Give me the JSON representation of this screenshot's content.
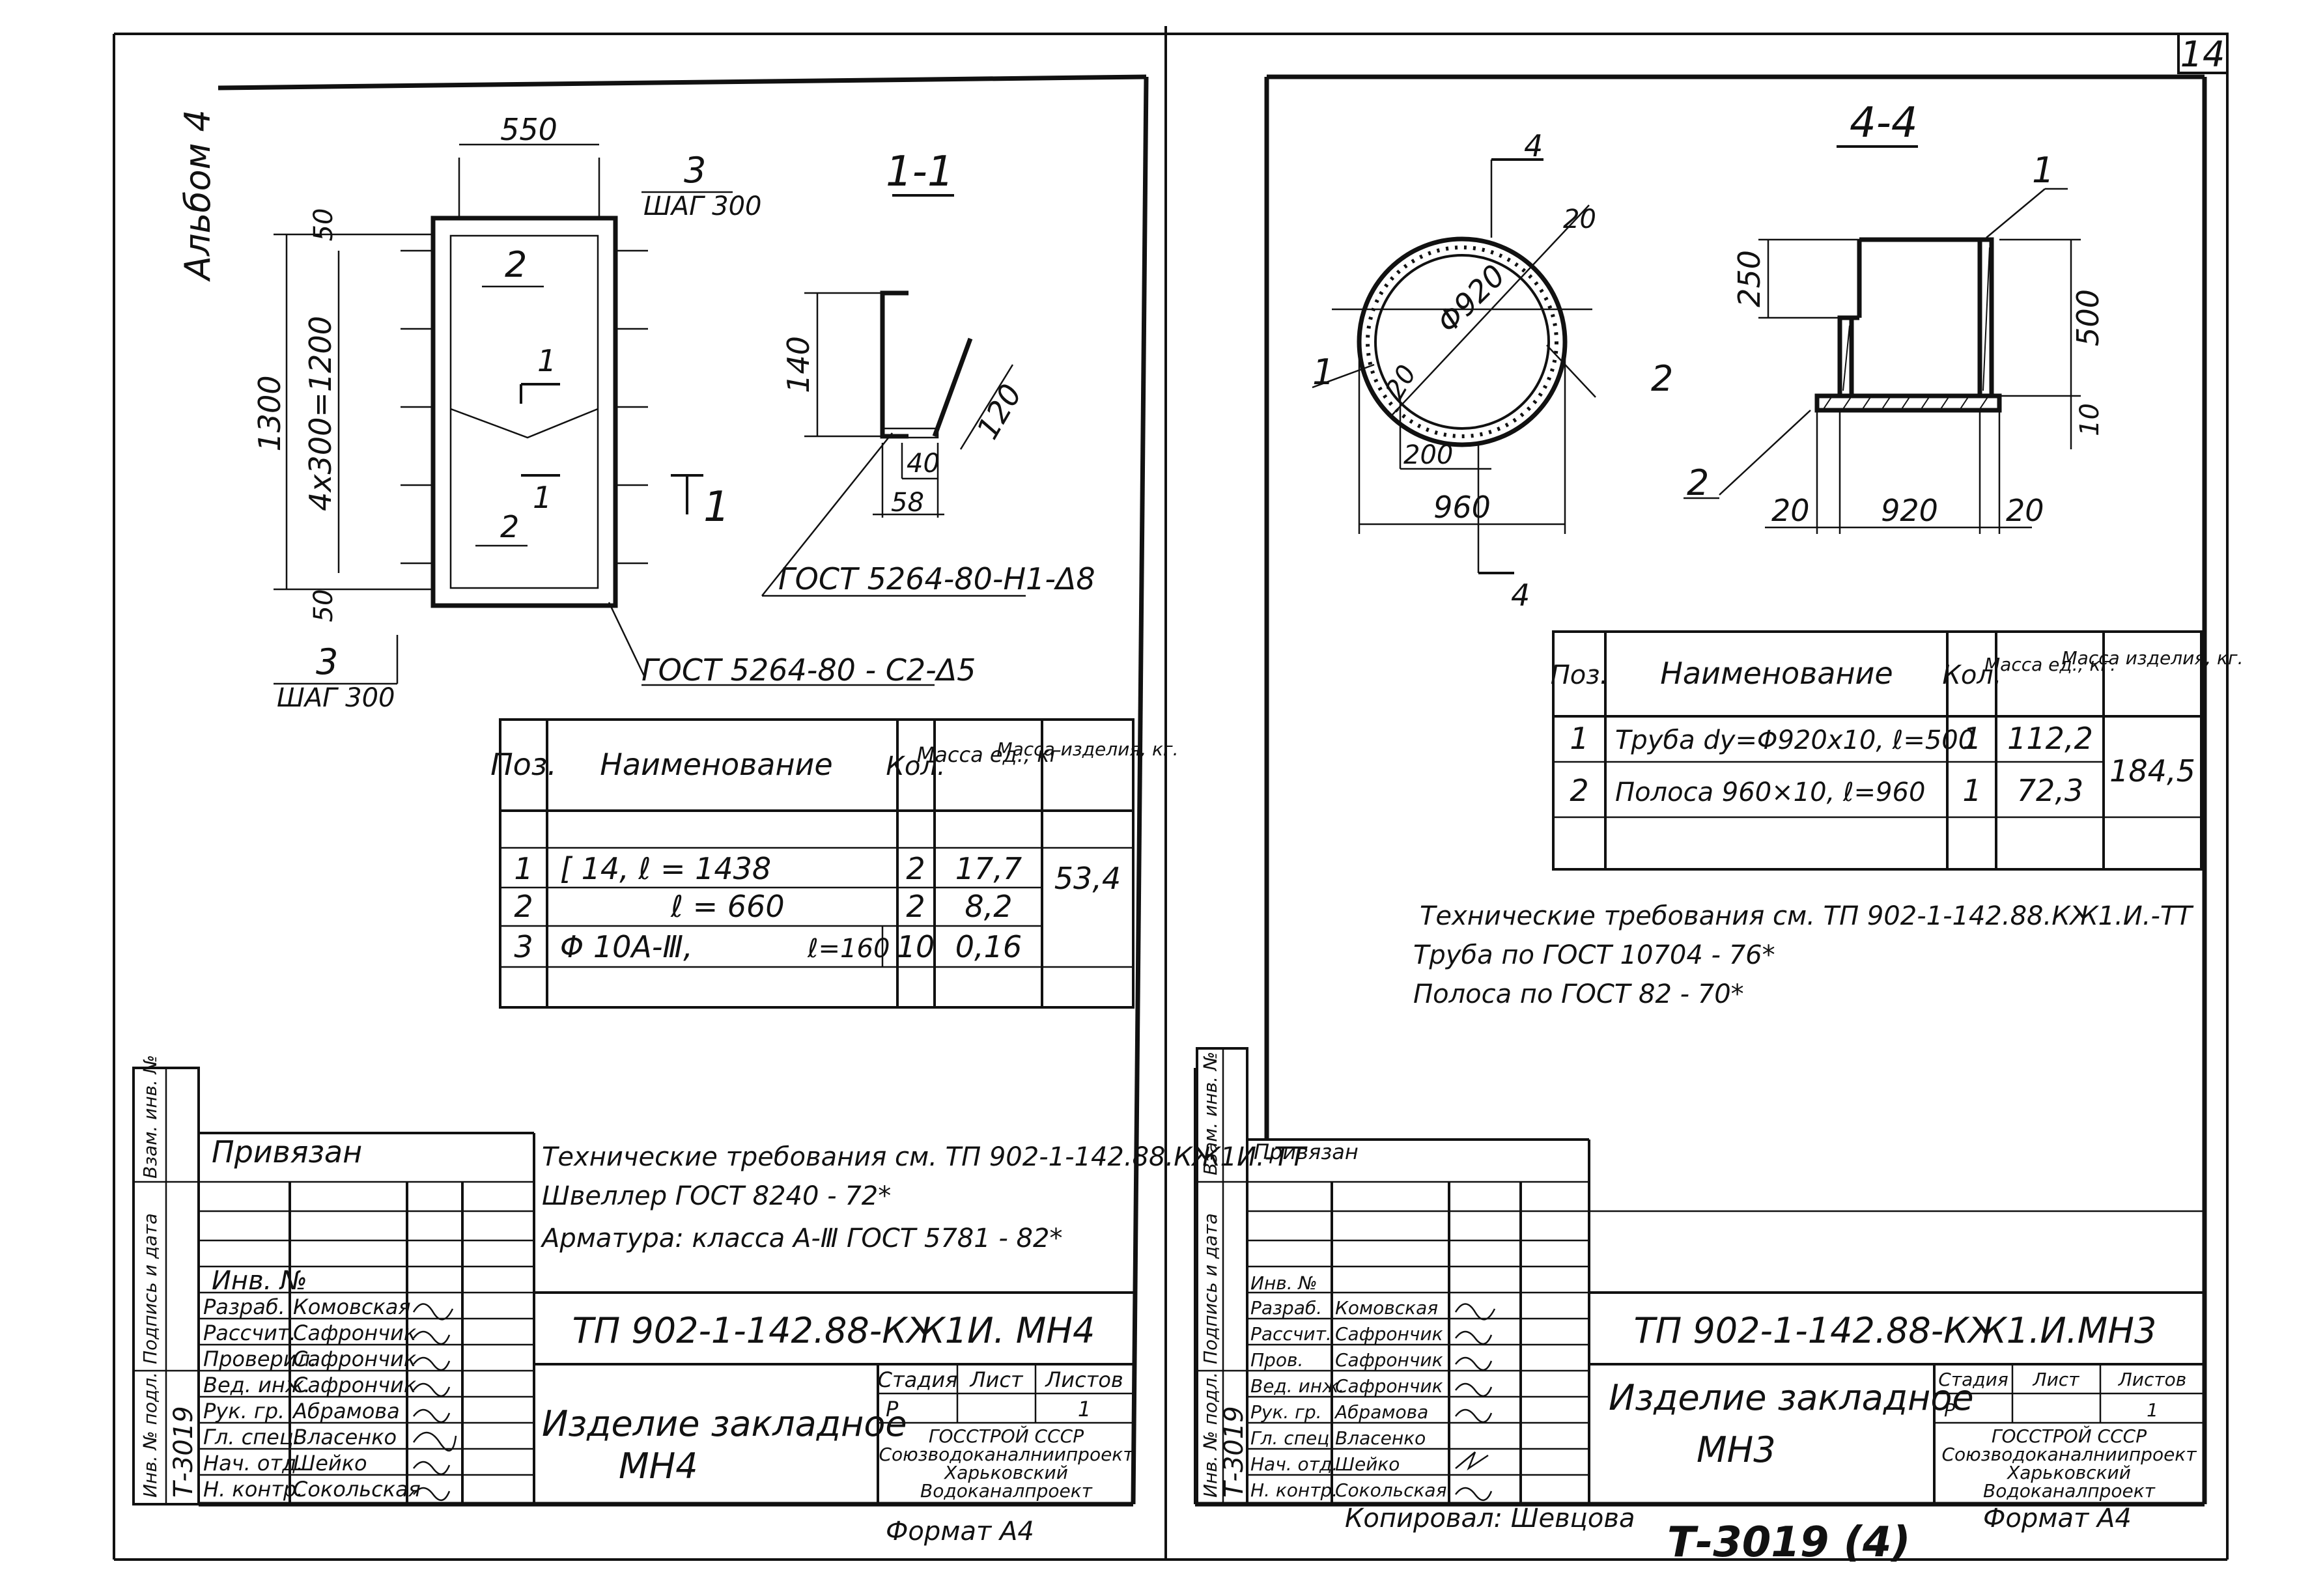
{
  "sheet_number": "14",
  "album": "Альбом 4",
  "left_sheet": {
    "section_label": "1-1",
    "dims": {
      "top_width": "550",
      "height_total": "1300",
      "step": "4x300=1200",
      "end_top": "50",
      "end_bottom": "50",
      "channel_height": "140",
      "bar_length": "120",
      "flange": "40",
      "web": "58"
    },
    "pos_labels": {
      "p1": "1",
      "p2a": "2",
      "p2b": "2",
      "p3a": "3",
      "p3b": "3",
      "cut_a": "1",
      "cut_b": "1"
    },
    "step_labels": {
      "top": "ШАГ 300",
      "bottom": "ШАГ 300"
    },
    "weld_notes": {
      "upper": "ГОСТ 5264-80-Н1-Δ8",
      "lower": "ГОСТ 5264-80 - С2-Δ5"
    },
    "spec_table": {
      "headers": [
        "Поз.",
        "Наименование",
        "Кол.",
        "Масса ед., кг",
        "Масса изделия, кг."
      ],
      "rows": [
        [
          "1",
          "[ 14,    ℓ = 1438",
          "2",
          "17,7"
        ],
        [
          "2",
          "ℓ = 660",
          "2",
          "8,2"
        ],
        [
          "3",
          "Φ 10А-Ⅲ,",
          "ℓ=160",
          "10",
          "0,16"
        ]
      ],
      "total_mass": "53,4"
    },
    "notes": [
      "Технические требования см. ТП 902-1-142.88.КЖ1И.-ТТ",
      "Швеллер ГОСТ 8240 - 72*",
      "Арматура: класса А-Ⅲ ГОСТ 5781 - 82*"
    ],
    "title_block": {
      "tied": "Привязан",
      "inv": "Инв. №",
      "roles": [
        "Разраб.",
        "Рассчит.",
        "Проверил.",
        "Вед. инж.",
        "Рук. гр.",
        "Гл. спец.",
        "Нач. отд.",
        "Н. контр."
      ],
      "names": [
        "Комовская",
        "Сафрончик",
        "Сафрончик",
        "Сафрончик",
        "Абрамова",
        "Власенко",
        "Шейко",
        "Сокольская"
      ],
      "code": "ТП 902-1-142.88-КЖ1И. МН4",
      "title_line1": "Изделие закладное",
      "title_line2": "МН4",
      "stage_h": "Стадия",
      "sheet_h": "Лист",
      "sheets_h": "Листов",
      "stage": "Р",
      "sheet": "",
      "sheets": "1",
      "org1": "ГОССТРОЙ СССР",
      "org2": "Союзводоканалниипроект",
      "org3": "Харьковский",
      "org4": "Водоканалпроект",
      "format": "Формат А4"
    },
    "side_stamp": {
      "col1": "Инв. № подл.",
      "col2": "Подпись и дата",
      "col3": "Взам. инв. №",
      "inv_value": "Т-3019"
    }
  },
  "right_sheet": {
    "section_label": "4-4",
    "cut_label_top": "4",
    "cut_label_bottom": "4",
    "dims": {
      "diameter": "Φ920",
      "wall": "20",
      "wall_left": "20",
      "outer": "960",
      "inner_offset": "200",
      "h_step": "250",
      "h_total": "500",
      "plate_t": "10",
      "left_20": "20",
      "mid_920": "920",
      "right_20": "20"
    },
    "pos_labels": {
      "p1a": "1",
      "p2a": "2",
      "p1b": "1",
      "p2b": "2"
    },
    "spec_table": {
      "headers": [
        "Поз.",
        "Наименование",
        "Кол.",
        "Масса ед., кг.",
        "Масса изделия, кг."
      ],
      "rows": [
        [
          "1",
          "Труба dу=Φ920х10, ℓ=500",
          "1",
          "112,2"
        ],
        [
          "2",
          "Полоса 960×10,  ℓ=960",
          "1",
          "72,3"
        ]
      ],
      "total_mass": "184,5"
    },
    "notes": [
      "Технические требования см. ТП 902-1-142.88.КЖ1.И.-ТТ",
      "Труба по ГОСТ 10704 - 76*",
      "Полоса по ГОСТ 82 - 70*"
    ],
    "title_block": {
      "tied": "Привязан",
      "inv": "Инв. №",
      "roles": [
        "Разраб.",
        "Рассчит.",
        "Пров.",
        "Вед. инж.",
        "Рук. гр.",
        "Гл. спец.",
        "Нач. отд.",
        "Н. контр."
      ],
      "names": [
        "Комовская",
        "Сафрончик",
        "Сафрончик",
        "Сафрончик",
        "Абрамова",
        "Власенко",
        "Шейко",
        "Сокольская"
      ],
      "code": "ТП 902-1-142.88-КЖ1.И.МН3",
      "title_line1": "Изделие закладное",
      "title_line2": "МН3",
      "stage_h": "Стадия",
      "sheet_h": "Лист",
      "sheets_h": "Листов",
      "stage": "Р",
      "sheet": "",
      "sheets": "1",
      "org1": "ГОССТРОЙ СССР",
      "org2": "Союзводоканалниипроект",
      "org3": "Харьковский",
      "org4": "Водоканалпроект",
      "format": "Формат А4",
      "copied": "Копировал: Шевцова"
    },
    "side_stamp": {
      "col1": "Инв. № подл.",
      "col2": "Подпись и дата",
      "col3": "Взам. инв. №",
      "inv_value": "Т-3019"
    }
  },
  "album_code": "Т-3019 (4)"
}
